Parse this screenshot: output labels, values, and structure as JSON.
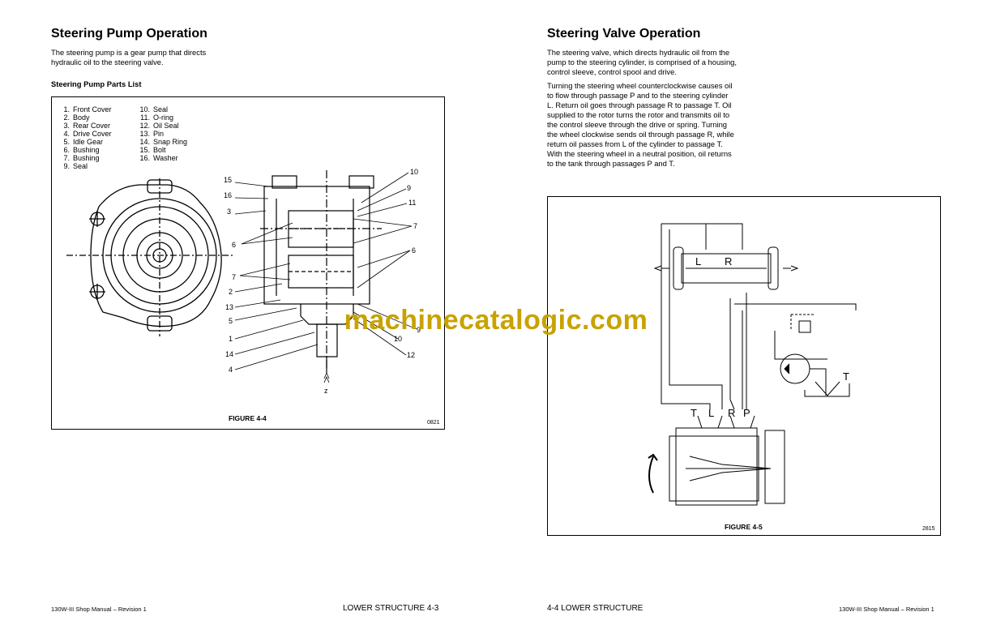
{
  "left_page": {
    "title": "Steering Pump Operation",
    "intro": "The steering pump is a gear pump that directs hydraulic oil to the steering valve.",
    "parts_heading": "Steering Pump Parts List",
    "parts_col1": [
      {
        "num": "1.",
        "name": "Front Cover"
      },
      {
        "num": "2.",
        "name": "Body"
      },
      {
        "num": "3.",
        "name": "Rear Cover"
      },
      {
        "num": "4.",
        "name": "Drive Cover"
      },
      {
        "num": "5.",
        "name": "Idle Gear"
      },
      {
        "num": "6.",
        "name": "Bushing"
      },
      {
        "num": "7.",
        "name": "Bushing"
      },
      {
        "num": "9.",
        "name": "Seal"
      }
    ],
    "parts_col2": [
      {
        "num": "10.",
        "name": "Seal"
      },
      {
        "num": "11.",
        "name": "O-ring"
      },
      {
        "num": "12.",
        "name": "Oil Seal"
      },
      {
        "num": "13.",
        "name": "Pin"
      },
      {
        "num": "14.",
        "name": "Snap Ring"
      },
      {
        "num": "15.",
        "name": "Bolt"
      },
      {
        "num": "16.",
        "name": "Washer"
      }
    ],
    "figure": {
      "caption": "FIGURE 4-4",
      "code": "0821",
      "callouts": [
        "15",
        "16",
        "3",
        "6",
        "7",
        "2",
        "13",
        "5",
        "1",
        "14",
        "4",
        "10",
        "9",
        "11",
        "7",
        "6",
        "9",
        "10",
        "12",
        "z"
      ]
    },
    "footer_left": "130W-III Shop Manual – Revision 1",
    "footer_right": "LOWER STRUCTURE   4-3"
  },
  "right_page": {
    "title": "Steering Valve Operation",
    "para1": "The steering valve, which directs hydraulic oil from the pump to the steering cylinder, is comprised of a housing, control sleeve, control spool and drive.",
    "para2": "Turning the steering wheel counterclockwise causes oil to flow through passage P and to the steering cylinder L. Return oil goes through passage R to passage T. Oil supplied to the rotor turns the rotor and transmits oil to the control sleeve through the drive or spring. Turning the wheel clockwise sends oil through passage R, while return oil passes from L of the cylinder to passage T. With the steering wheel in a neutral position, oil returns to the tank through passages P and T.",
    "figure": {
      "caption": "FIGURE 4-5",
      "code": "2815",
      "labels": {
        "L": "L",
        "R": "R",
        "T": "T",
        "port_T": "T",
        "port_L": "L",
        "port_R": "R",
        "port_P": "P"
      }
    },
    "footer_left": "4-4   LOWER STRUCTURE",
    "footer_right": "130W-III Shop Manual – Revision 1"
  },
  "watermark": "machinecatalogic.com"
}
